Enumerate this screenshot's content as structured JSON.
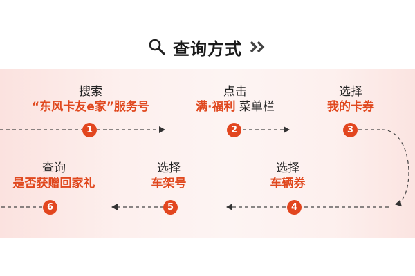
{
  "title": "查询方式",
  "icons": {
    "title_left": "search-icon",
    "title_right": "double-chevron-right-icon"
  },
  "colors": {
    "accent": "#e2461f",
    "text": "#222222",
    "arrow": "#333333",
    "panel": "#fdf0ee"
  },
  "steps": [
    {
      "number": "1",
      "line1": "搜索",
      "line2": "“东风卡友e家”服务号"
    },
    {
      "number": "2",
      "line1": "点击",
      "line2_red": "满·福利",
      "line2_dark": " 菜单栏"
    },
    {
      "number": "3",
      "line1": "选择",
      "line2": "我的卡券"
    },
    {
      "number": "4",
      "line1": "选择",
      "line2": "车辆券"
    },
    {
      "number": "5",
      "line1": "选择",
      "line2": "车架号"
    },
    {
      "number": "6",
      "line1": "查询",
      "line2": "是否获赠回家礼"
    }
  ]
}
